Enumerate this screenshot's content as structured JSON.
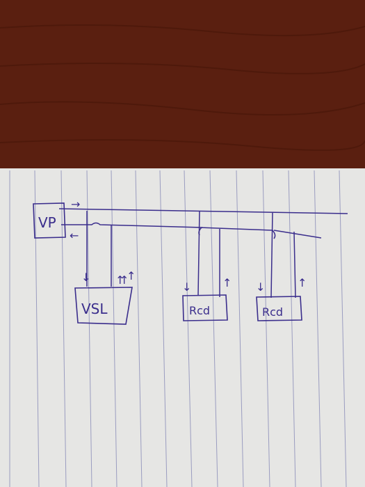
{
  "colors": {
    "ink": "#3a2d8c",
    "table": "#5a1f10",
    "paper": "#e6e6e4",
    "rule_lines": "#9a9cc0"
  },
  "diagram": {
    "nodes": {
      "vp": "VP",
      "vsl": "VSL",
      "rcd_1": "Rcd",
      "rcd_2": "Rcd"
    },
    "arrow_glyphs": {
      "down": "↓",
      "up": "↑",
      "right": "→",
      "left": "←"
    }
  }
}
